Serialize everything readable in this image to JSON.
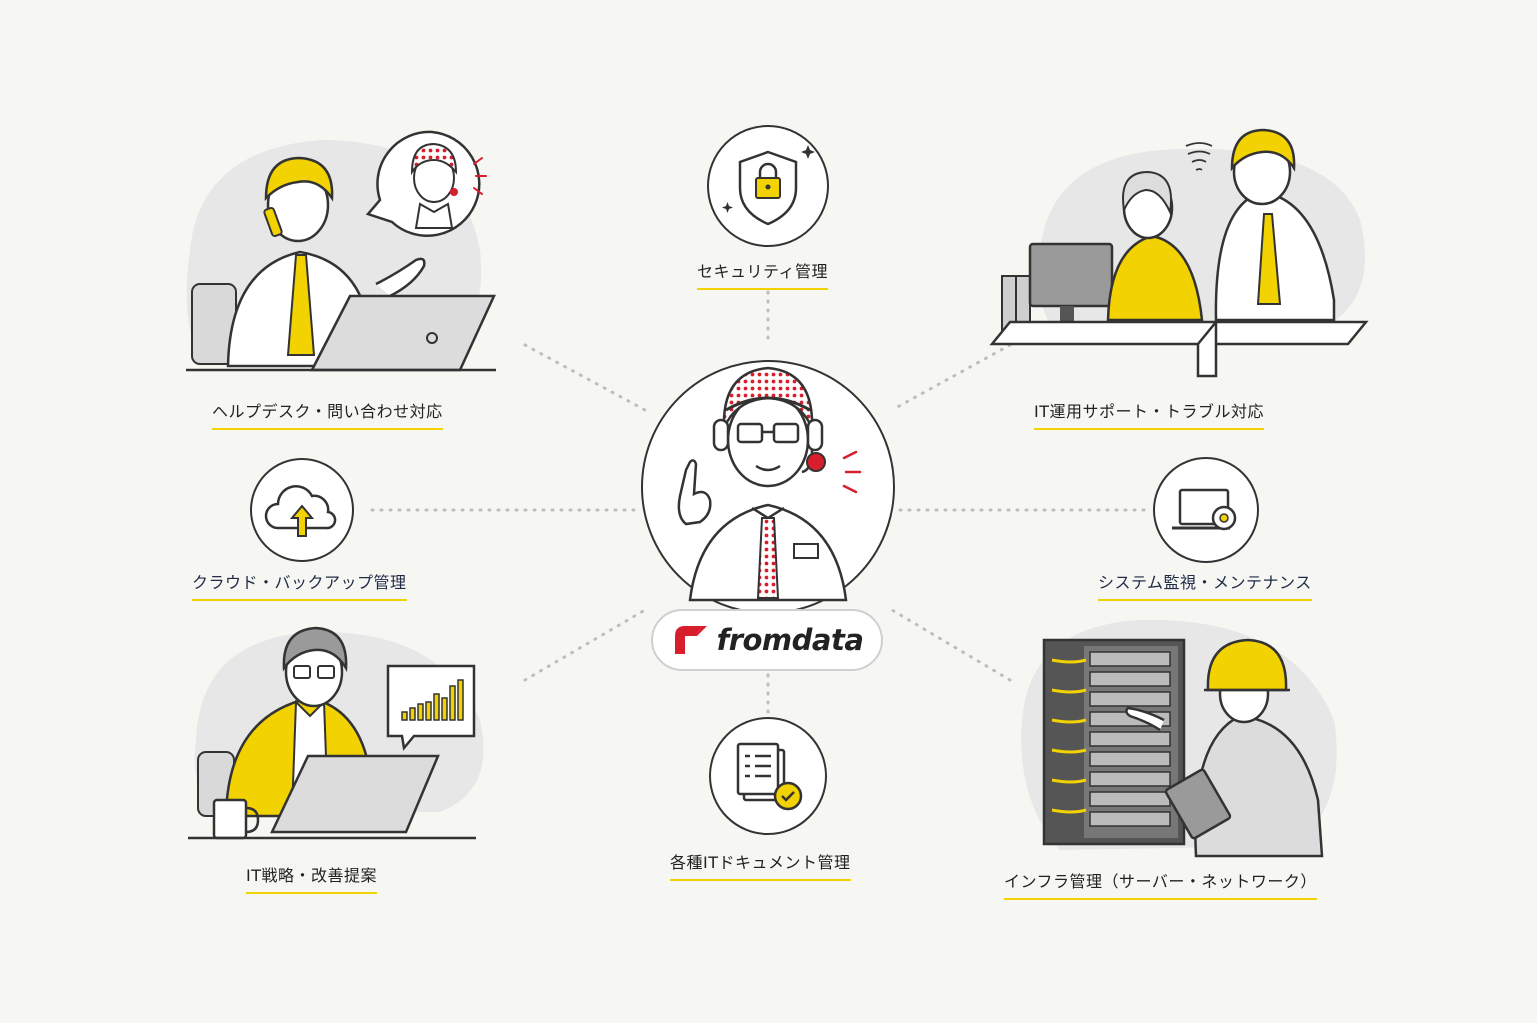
{
  "brand": {
    "name": "fromdata",
    "accent": "#d81e2c"
  },
  "colors": {
    "highlight": "#f2d200",
    "background": "#f6f6f3",
    "line": "#222222",
    "dot": "#c0c0c0"
  },
  "services": [
    {
      "id": "security",
      "label": "セキュリティ管理",
      "icon": "shield-lock-icon"
    },
    {
      "id": "helpdesk",
      "label": "ヘルプデスク・問い合わせ対応",
      "icon": "phone-laptop-person"
    },
    {
      "id": "it-ops",
      "label": "IT運用サポート・トラブル対応",
      "icon": "troubleshoot-people"
    },
    {
      "id": "cloud",
      "label": "クラウド・バックアップ管理",
      "icon": "cloud-upload-icon"
    },
    {
      "id": "monitoring",
      "label": "システム監視・メンテナンス",
      "icon": "laptop-gear-icon"
    },
    {
      "id": "strategy",
      "label": "IT戦略・改善提案",
      "icon": "chart-laptop-person"
    },
    {
      "id": "documents",
      "label": "各種ITドキュメント管理",
      "icon": "document-check-icon"
    },
    {
      "id": "infra",
      "label": "インフラ管理（サーバー・ネットワーク）",
      "icon": "server-rack-engineer"
    }
  ]
}
